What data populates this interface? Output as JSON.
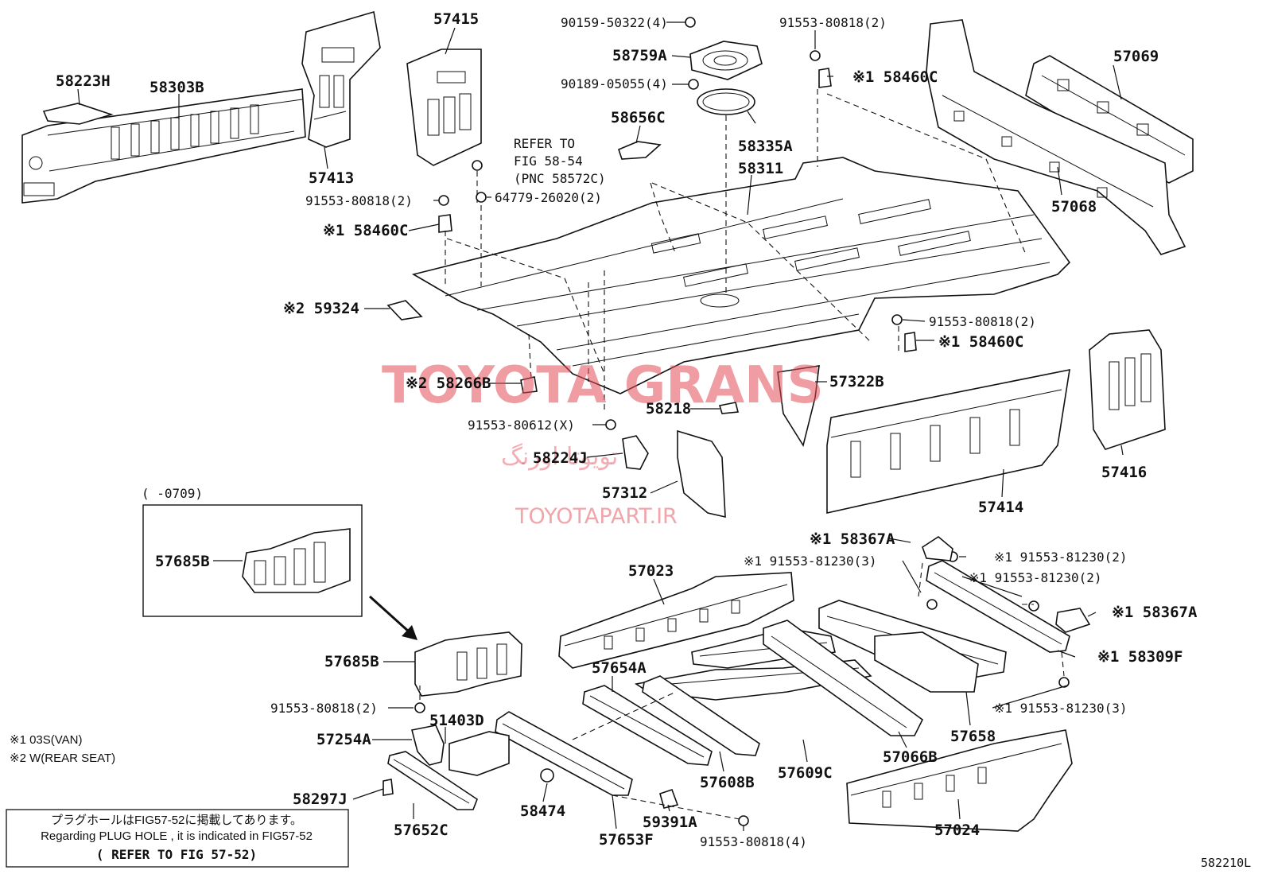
{
  "figure_id": "582210L",
  "watermarks": {
    "brand": "TOYOTA GRANS",
    "persian": "تویوتا اورنگ",
    "site": "TOYOTAPART.IR"
  },
  "inset_label": "( -0709)",
  "footnotes": {
    "note1": "※1 03S(VAN)",
    "note2": "※2 W(REAR SEAT)"
  },
  "plug_hole_note": {
    "line_ja": "プラグホールはFIG57-52に掲載してあります。",
    "line_en": "Regarding PLUG HOLE , it is indicated in FIG57-52",
    "line_ref": "( REFER TO FIG 57-52)"
  },
  "refer_note": {
    "line1": "REFER TO",
    "line2": "FIG 58-54",
    "line3": "(PNC 58572C)"
  },
  "labels": {
    "p58223H": "58223H",
    "p58303B": "58303B",
    "p57413": "57413",
    "p57415": "57415",
    "p90159": "90159-50322(4)",
    "p58759A": "58759A",
    "p90189": "90189-05055(4)",
    "p91553_top": "91553-80818(2)",
    "p58460C_top": "※1 58460C",
    "p57069": "57069",
    "p58656C": "58656C",
    "p58335A": "58335A",
    "p58311": "58311",
    "p57068": "57068",
    "p91553_left": "91553-80818(2)",
    "p64779": "64779-26020(2)",
    "p58460C_left": "※1 58460C",
    "p59324": "※2 59324",
    "p91553_right": "91553-80818(2)",
    "p58460C_right": "※1 58460C",
    "p58266B": "※2 58266B",
    "p57322B": "57322B",
    "p58218": "58218",
    "p91553_80612": "91553-80612(X)",
    "p58224J": "58224J",
    "p57312": "57312",
    "p57416": "57416",
    "p57414": "57414",
    "p57685B_inset": "57685B",
    "p58367A_top": "※1 58367A",
    "p91553_81230_a": "※1 91553-81230(3)",
    "p91553_81230_b": "※1 91553-81230(2)",
    "p91553_81230_c": "※1 91553-81230(2)",
    "p58367A_right": "※1 58367A",
    "p58309F": "※1 58309F",
    "p91553_81230_d": "※1 91553-81230(3)",
    "p57023": "57023",
    "p57685B": "57685B",
    "p57654A": "57654A",
    "p91553_lower": "91553-80818(2)",
    "p51403D": "51403D",
    "p57254A": "57254A",
    "p58297J": "58297J",
    "p57652C": "57652C",
    "p58474": "58474",
    "p57653F": "57653F",
    "p59391A": "59391A",
    "p91553_bottom": "91553-80818(4)",
    "p57608B": "57608B",
    "p57609C": "57609C",
    "p57066B": "57066B",
    "p57658": "57658",
    "p57024": "57024"
  }
}
